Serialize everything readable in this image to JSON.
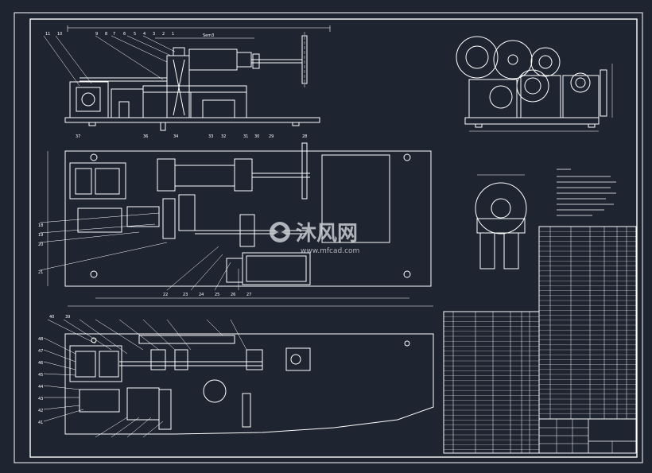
{
  "drawing": {
    "background": "#1e2430",
    "line_color": "#ffffff",
    "watermark_color": "#c9ccd3",
    "watermark_main": "沐风网",
    "watermark_url": "www.mfcad.com",
    "front_view_dim": "Sem3",
    "balloons_top_left": [
      "11",
      "10",
      "9",
      "8",
      "7",
      "6",
      "5",
      "4",
      "3",
      "2",
      "1"
    ],
    "balloons_mid_top": [
      "37",
      "36",
      "34",
      "33",
      "32",
      "31",
      "30",
      "29",
      "28"
    ],
    "balloons_mid_bottom": [
      "18",
      "19",
      "20",
      "21",
      "22",
      "23",
      "24",
      "25",
      "26",
      "27"
    ],
    "balloons_bottom_left": [
      "48",
      "47",
      "46",
      "45",
      "44",
      "43",
      "42",
      "41",
      "40",
      "39"
    ]
  }
}
